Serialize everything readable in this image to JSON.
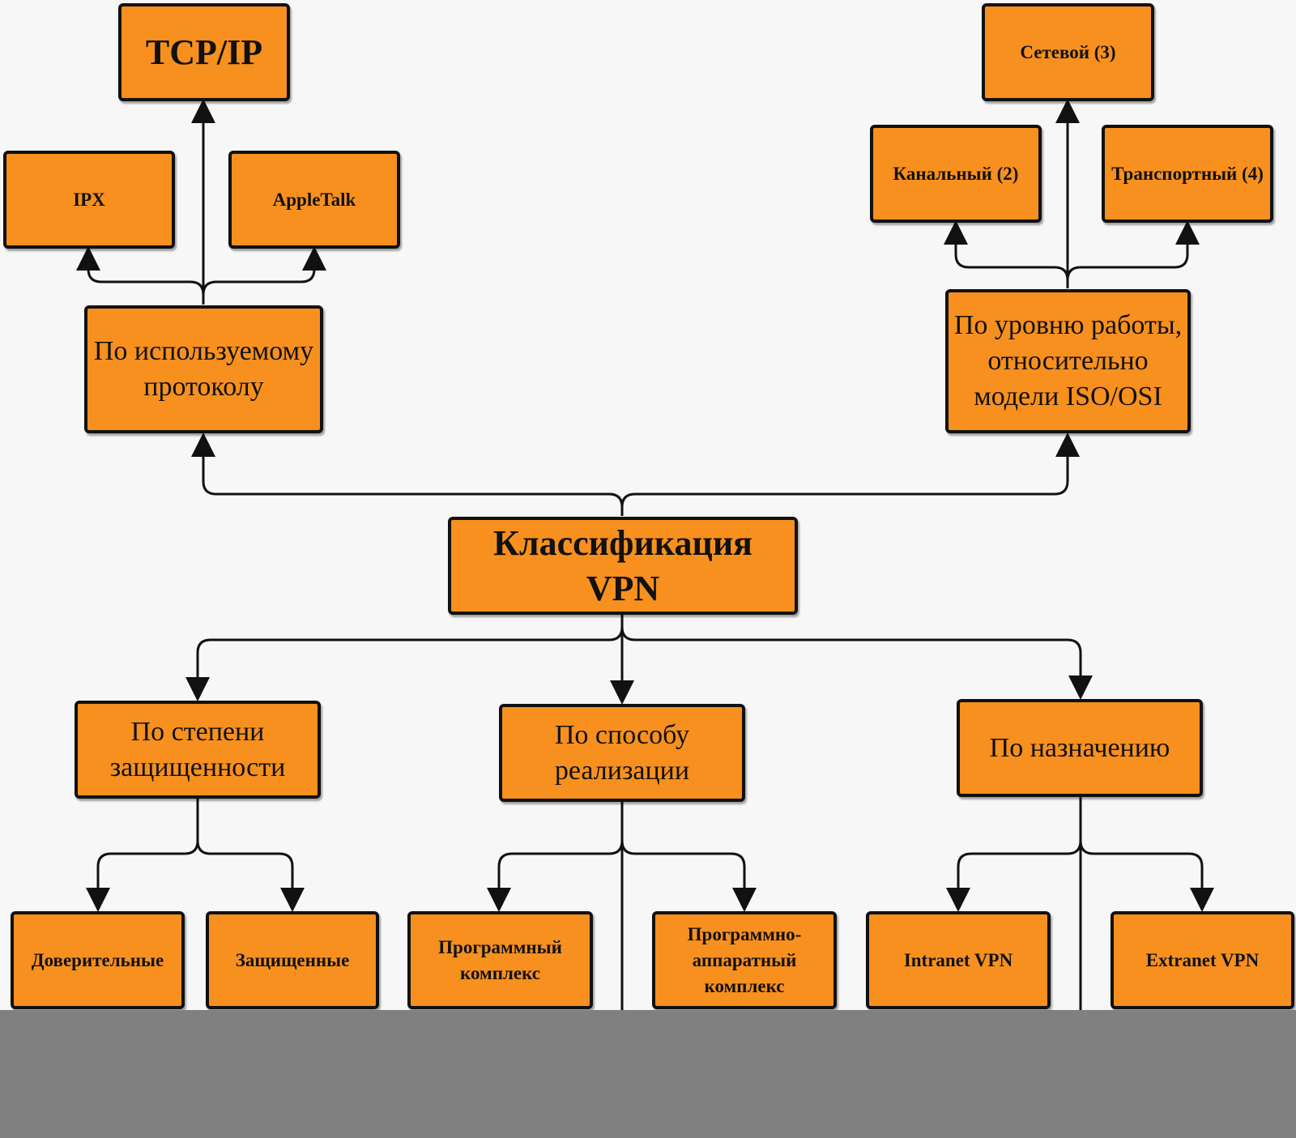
{
  "diagram": {
    "root": {
      "label": "Классификация VPN"
    },
    "categories": {
      "protocol": {
        "label": "По используемому протоколу"
      },
      "iso_level": {
        "label": "По уровню работы, относительно модели ISO/OSI"
      },
      "security": {
        "label": "По степени защищенности"
      },
      "implementation": {
        "label": "По способу реализации"
      },
      "purpose": {
        "label": "По назначению"
      }
    },
    "leaves": {
      "tcpip": {
        "label": "TCP/IP"
      },
      "ipx": {
        "label": "IPX"
      },
      "appletalk": {
        "label": "AppleTalk"
      },
      "network": {
        "label": "Сетевой (3)"
      },
      "datalink": {
        "label": "Канальный (2)"
      },
      "transport": {
        "label": "Транспортный (4)"
      },
      "trusted": {
        "label": "Доверительные"
      },
      "secured": {
        "label": "Защищенные"
      },
      "software": {
        "label": "Программный комплекс"
      },
      "hardware_software": {
        "label": "Программно-аппаратный комплекс"
      },
      "intranet": {
        "label": "Intranet VPN"
      },
      "extranet": {
        "label": "Extranet VPN"
      }
    },
    "colors": {
      "node_fill": "#f7901e",
      "border": "#111111",
      "background": "#f7f7f7",
      "bottom_band": "#808080"
    }
  }
}
